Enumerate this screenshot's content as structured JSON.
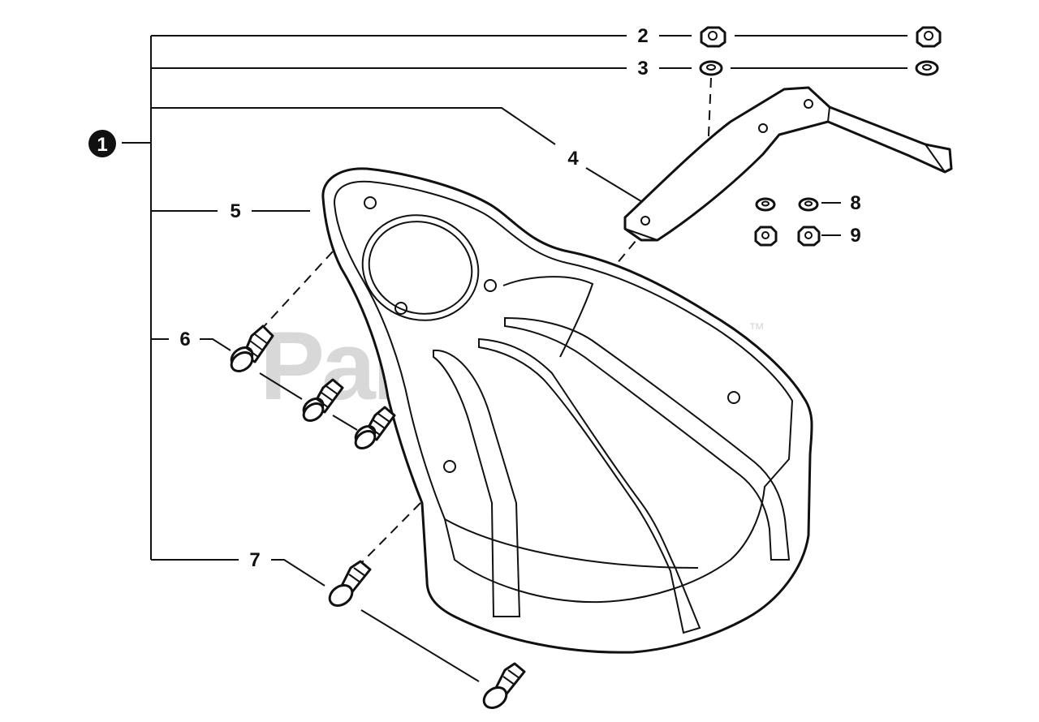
{
  "diagram": {
    "assembly_callout": "1",
    "callouts": {
      "nut_top": "2",
      "washer_top": "3",
      "bracket": "4",
      "guard": "5",
      "screw_upper": "6",
      "screw_lower": "7",
      "washer_small": "8",
      "nut_small": "9"
    },
    "watermark": "PartsTree",
    "trademark": "™"
  }
}
